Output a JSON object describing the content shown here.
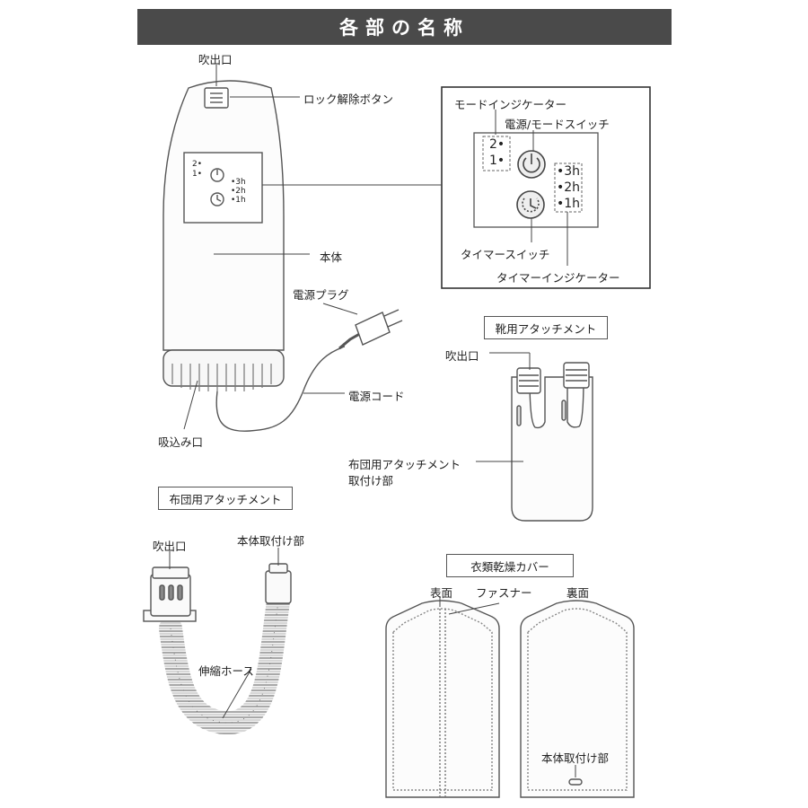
{
  "title": "各部の名称",
  "main_unit": {
    "outlet": "吹出口",
    "lock_button": "ロック解除ボタン",
    "body": "本体",
    "plug": "電源プラグ",
    "cord": "電源コード",
    "intake": "吸込み口",
    "panel_mini": {
      "mode_2": "2•",
      "mode_1": "1•",
      "t3": "•3h",
      "t2": "•2h",
      "t1": "•1h"
    }
  },
  "control_panel": {
    "mode_indicator": "モードインジケーター",
    "power_mode_switch": "電源/モードスイッチ",
    "timer_switch": "タイマースイッチ",
    "timer_indicator": "タイマーインジケーター",
    "mode_2": "2•",
    "mode_1": "1•",
    "t3": "•3h",
    "t2": "•2h",
    "t1": "•1h"
  },
  "shoe_attachment": {
    "title": "靴用アタッチメント",
    "outlet": "吹出口",
    "futon_mount_line1": "布団用アタッチメント",
    "futon_mount_line2": "取付け部"
  },
  "futon_attachment": {
    "title": "布団用アタッチメント",
    "outlet": "吹出口",
    "body_mount": "本体取付け部",
    "hose": "伸縮ホース"
  },
  "clothes_cover": {
    "title": "衣類乾燥カバー",
    "front": "表面",
    "fastener": "ファスナー",
    "back": "裏面",
    "body_mount": "本体取付け部"
  }
}
